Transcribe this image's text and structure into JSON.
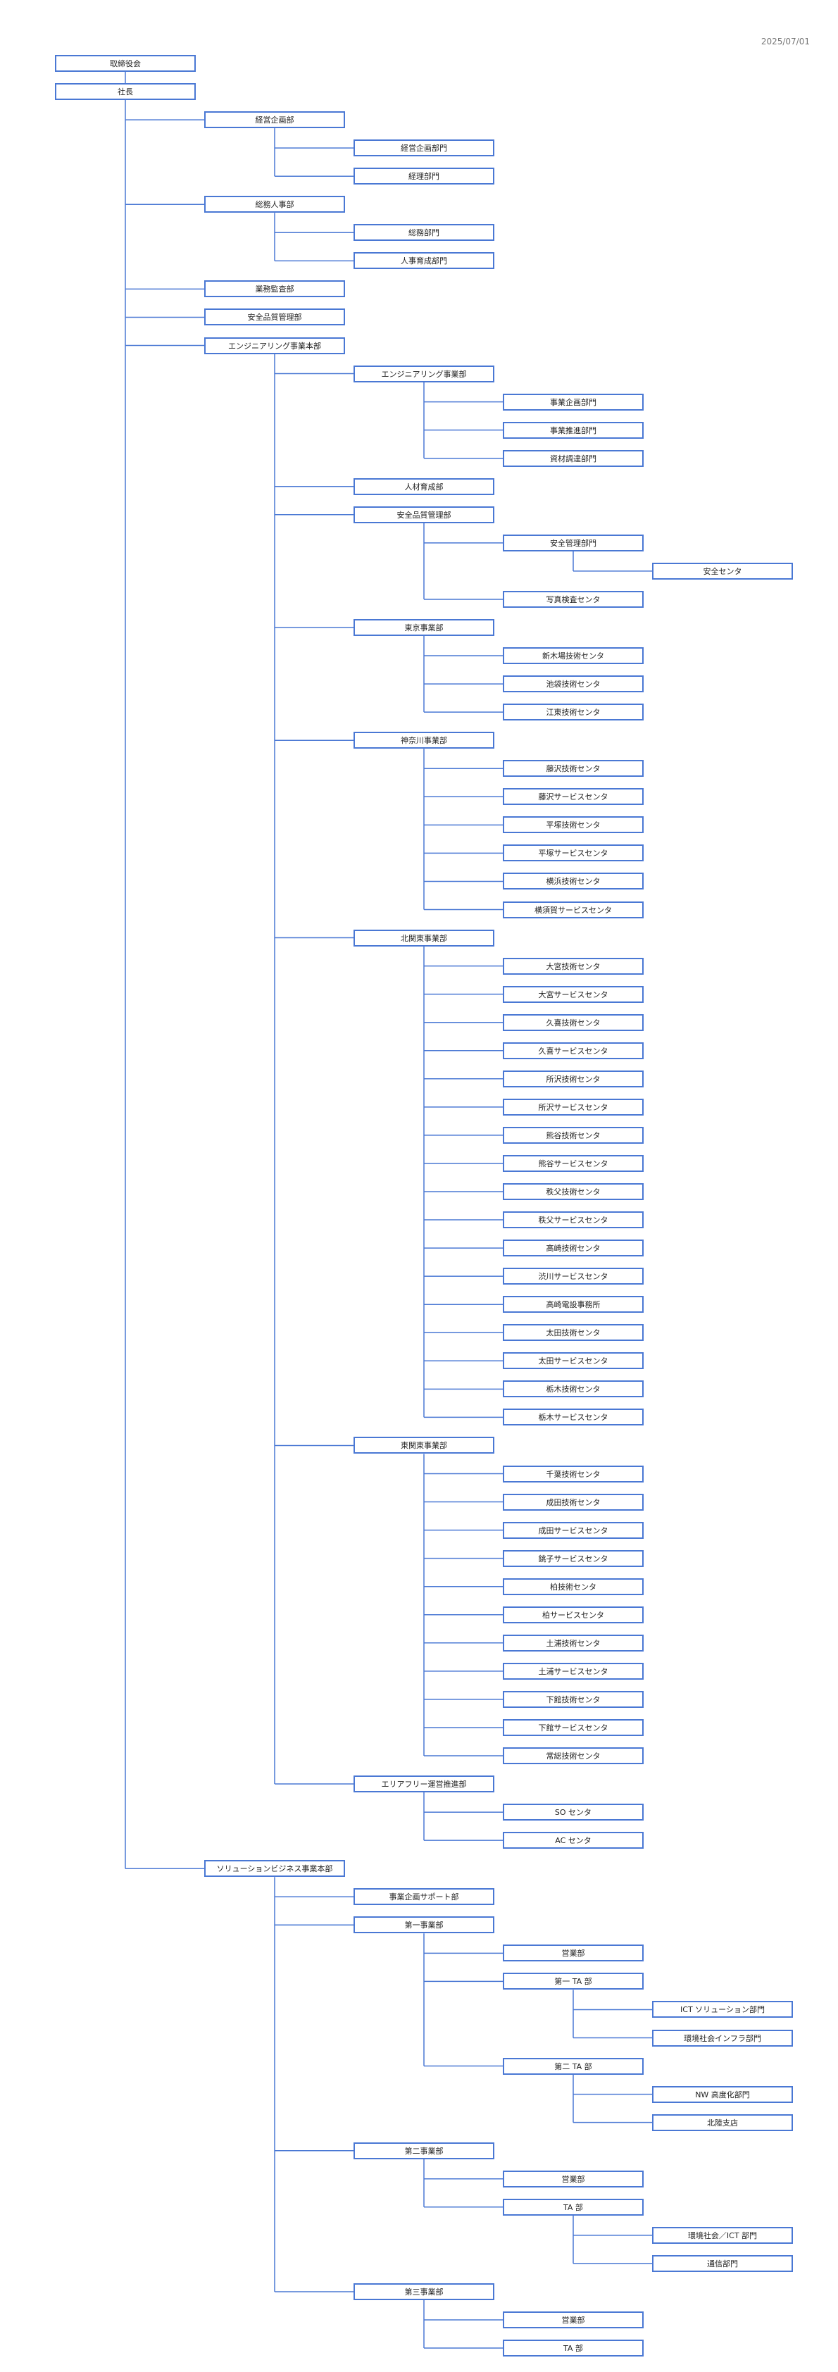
{
  "date": "2025/07/01",
  "colors": {
    "line": "#4a78d4",
    "border": "#4a78d4"
  },
  "org": [
    {
      "l": "取締役会",
      "c": []
    },
    {
      "l": "社長",
      "c": [
        {
          "l": "経営企画部",
          "c": [
            {
              "l": "経営企画部門"
            },
            {
              "l": "経理部門"
            }
          ]
        },
        {
          "l": "総務人事部",
          "c": [
            {
              "l": "総務部門"
            },
            {
              "l": "人事育成部門"
            }
          ]
        },
        {
          "l": "業務監査部"
        },
        {
          "l": "安全品質管理部"
        },
        {
          "l": "エンジニアリング事業本部",
          "c": [
            {
              "l": "エンジニアリング事業部",
              "c": [
                {
                  "l": "事業企画部門"
                },
                {
                  "l": "事業推進部門"
                },
                {
                  "l": "資材調達部門"
                }
              ]
            },
            {
              "l": "人材育成部"
            },
            {
              "l": "安全品質管理部",
              "c": [
                {
                  "l": "安全管理部門",
                  "c": [
                    {
                      "l": "安全センタ"
                    }
                  ]
                },
                {
                  "l": "写真検査センタ"
                }
              ]
            },
            {
              "l": "東京事業部",
              "c": [
                {
                  "l": "新木場技術センタ"
                },
                {
                  "l": "池袋技術センタ"
                },
                {
                  "l": "江東技術センタ"
                }
              ]
            },
            {
              "l": "神奈川事業部",
              "c": [
                {
                  "l": "藤沢技術センタ"
                },
                {
                  "l": "藤沢サービスセンタ"
                },
                {
                  "l": "平塚技術センタ"
                },
                {
                  "l": "平塚サービスセンタ"
                },
                {
                  "l": "横浜技術センタ"
                },
                {
                  "l": "横須賀サービスセンタ"
                }
              ]
            },
            {
              "l": "北関東事業部",
              "c": [
                {
                  "l": "大宮技術センタ"
                },
                {
                  "l": "大宮サービスセンタ"
                },
                {
                  "l": "久喜技術センタ"
                },
                {
                  "l": "久喜サービスセンタ"
                },
                {
                  "l": "所沢技術センタ"
                },
                {
                  "l": "所沢サービスセンタ"
                },
                {
                  "l": "熊谷技術センタ"
                },
                {
                  "l": "熊谷サービスセンタ"
                },
                {
                  "l": "秩父技術センタ"
                },
                {
                  "l": "秩父サービスセンタ"
                },
                {
                  "l": "高崎技術センタ"
                },
                {
                  "l": "渋川サービスセンタ"
                },
                {
                  "l": "高崎電設事務所"
                },
                {
                  "l": "太田技術センタ"
                },
                {
                  "l": "太田サービスセンタ"
                },
                {
                  "l": "栃木技術センタ"
                },
                {
                  "l": "栃木サービスセンタ"
                }
              ]
            },
            {
              "l": "東関東事業部",
              "c": [
                {
                  "l": "千葉技術センタ"
                },
                {
                  "l": "成田技術センタ"
                },
                {
                  "l": "成田サービスセンタ"
                },
                {
                  "l": "銚子サービスセンタ"
                },
                {
                  "l": "柏技術センタ"
                },
                {
                  "l": "柏サービスセンタ"
                },
                {
                  "l": "土浦技術センタ"
                },
                {
                  "l": "土浦サービスセンタ"
                },
                {
                  "l": "下館技術センタ"
                },
                {
                  "l": "下館サービスセンタ"
                },
                {
                  "l": "常総技術センタ"
                }
              ]
            },
            {
              "l": "エリアフリー運営推進部",
              "c": [
                {
                  "l": "SO センタ"
                },
                {
                  "l": "AC センタ"
                }
              ]
            }
          ]
        },
        {
          "l": "ソリューションビジネス事業本部",
          "c": [
            {
              "l": "事業企画サポート部"
            },
            {
              "l": "第一事業部",
              "c": [
                {
                  "l": "営業部"
                },
                {
                  "l": "第一 TA 部",
                  "c": [
                    {
                      "l": "ICT ソリューション部門"
                    },
                    {
                      "l": "環境社会インフラ部門"
                    }
                  ]
                },
                {
                  "l": "第二 TA 部",
                  "c": [
                    {
                      "l": "NW 高度化部門"
                    },
                    {
                      "l": "北陸支店"
                    }
                  ]
                }
              ]
            },
            {
              "l": "第二事業部",
              "c": [
                {
                  "l": "営業部"
                },
                {
                  "l": "TA 部",
                  "c": [
                    {
                      "l": "環境社会／ICT 部門"
                    },
                    {
                      "l": "通信部門"
                    }
                  ]
                }
              ]
            },
            {
              "l": "第三事業部",
              "c": [
                {
                  "l": "営業部"
                },
                {
                  "l": "TA 部"
                }
              ]
            }
          ]
        }
      ]
    }
  ]
}
